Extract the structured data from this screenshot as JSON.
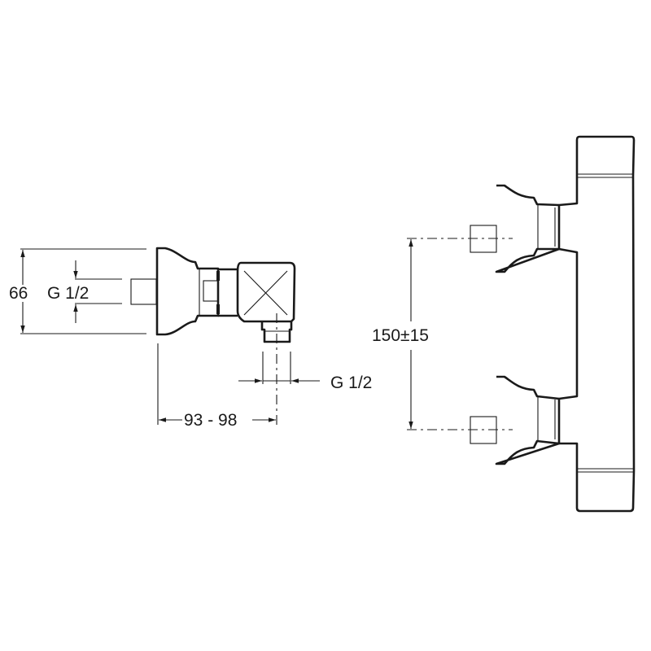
{
  "dimensions": {
    "height": "66",
    "inlet_thread": "G 1/2",
    "outlet_thread": "G 1/2",
    "projection": "93 - 98",
    "inlet_spacing": "150±15"
  }
}
